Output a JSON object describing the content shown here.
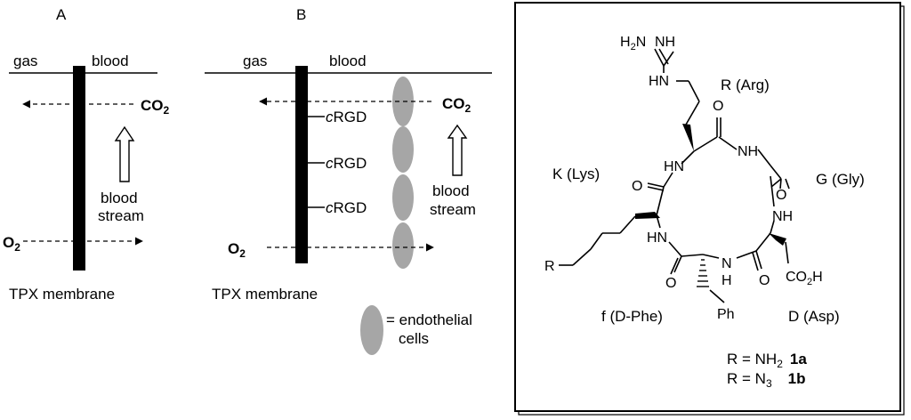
{
  "panel_a": {
    "label": "A",
    "gas_label": "gas",
    "blood_label": "blood",
    "co2_label": "CO2",
    "o2_label": "O2",
    "stream_line1": "blood",
    "stream_line2": "stream",
    "membrane_label": "TPX membrane"
  },
  "panel_b": {
    "label": "B",
    "gas_label": "gas",
    "blood_label": "blood",
    "co2_label": "CO2",
    "o2_label": "O2",
    "crgd_prefix": "c",
    "crgd_suffix": "RGD",
    "stream_line1": "blood",
    "stream_line2": "stream",
    "membrane_label": "TPX membrane",
    "legend_line1": "= endothelial",
    "legend_line2": "cells",
    "cell_color": "#a6a6a6"
  },
  "structure": {
    "guanidine_nh": "NH",
    "guanidine_h2n": "H2N",
    "guanidine_hn": "HN",
    "residues": {
      "arg": "R (Arg)",
      "gly": "G (Gly)",
      "lys": "K (Lys)",
      "phe": "f (D-Phe)",
      "asp": "D (Asp)"
    },
    "atoms": {
      "o": "O",
      "nh": "NH",
      "hn": "HN",
      "n": "N",
      "h": "H",
      "r": "R",
      "ph": "Ph",
      "co2h": "CO2H"
    },
    "compounds": [
      {
        "eq": "R = NH2",
        "id": "1a"
      },
      {
        "eq": "R = N3",
        "id": "1b"
      }
    ]
  }
}
